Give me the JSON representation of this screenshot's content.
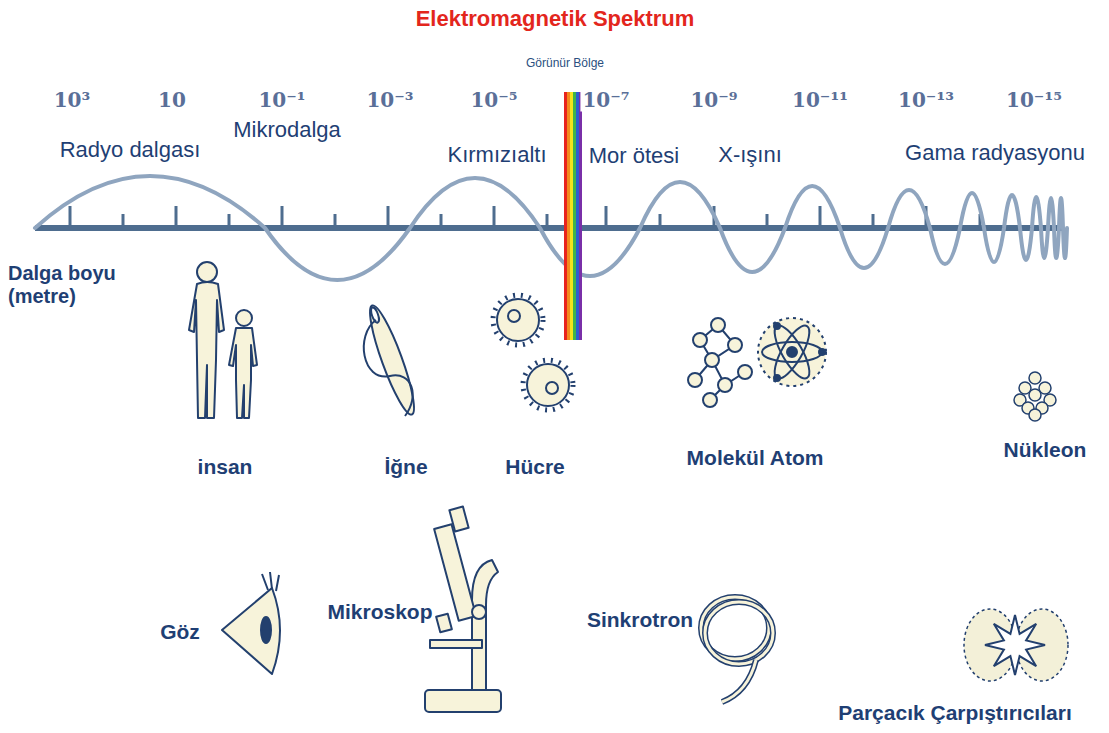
{
  "diagram": {
    "title": "Elektromagnetik Spektrum",
    "labels": [
      "Görünür Bölge",
      "10³",
      "10",
      "10⁻¹",
      "10⁻³",
      "10⁻⁵",
      "10⁻⁷",
      "10⁻⁹",
      "10⁻¹¹",
      "10⁻¹³",
      "10⁻¹⁵",
      "Radyo dalgası",
      "Mikrodalga",
      "Kırmızıaltı",
      "Mor ötesi",
      "X-ışını",
      "Gama radyasyonu",
      "Dalga boyu (metre)",
      "insan",
      "İğne",
      "Hücre",
      "Molekül Atom",
      "Nükleon",
      "Göz",
      "Mikroskop",
      "Sinkrotron",
      "Parçacık Çarpıştırıcıları"
    ]
  }
}
